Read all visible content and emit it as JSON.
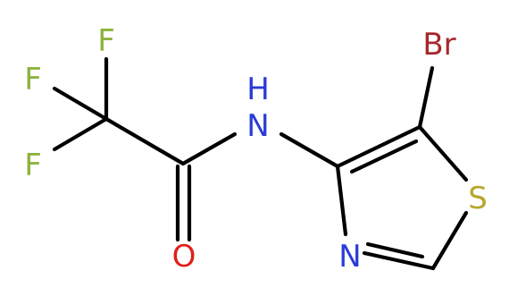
{
  "molecule": {
    "atoms": {
      "f1": "F",
      "f2": "F",
      "f3": "F",
      "o": "O",
      "n_amide": "H\nN",
      "n_amide_h": "H",
      "n_amide_n": "N",
      "n_ring": "N",
      "s": "S",
      "br": "Br"
    }
  },
  "colors": {
    "bond": "#000000",
    "fluorine": "#8cb33c",
    "oxygen": "#e0201c",
    "nitrogen": "#2a3bd6",
    "sulfur": "#b8a62c",
    "bromine": "#a8272f"
  }
}
